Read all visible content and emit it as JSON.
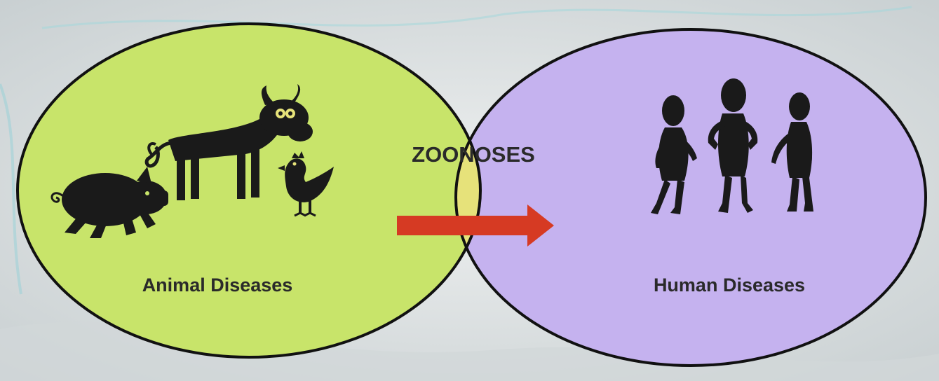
{
  "diagram": {
    "left_set": {
      "label": "Animal Diseases",
      "fill": "#c8e46a"
    },
    "right_set": {
      "label": "Human Diseases",
      "fill": "#c5b2ef"
    },
    "overlap": {
      "label": "ZOONOSES",
      "fill": "#e6e27a"
    },
    "arrow_color": "#d63a23",
    "outline_color": "#111111",
    "text_color": "#2a2a2a",
    "background_color": "#dfe2e3",
    "icons": [
      "pig-icon",
      "cow-icon",
      "chicken-icon",
      "person-icon",
      "person-icon",
      "person-icon",
      "arrow-right-icon"
    ]
  }
}
